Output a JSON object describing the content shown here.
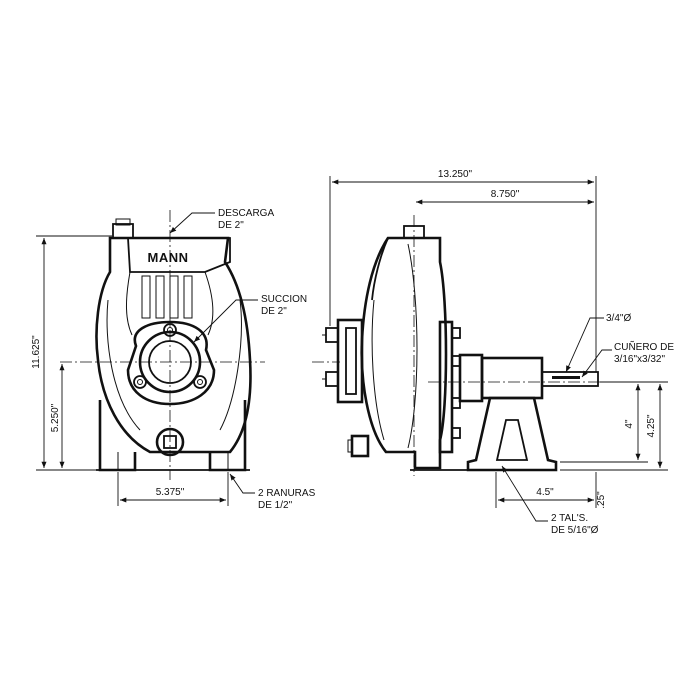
{
  "front_view": {
    "brand": "MANN",
    "callouts": {
      "discharge": [
        "DESCARGA",
        "DE 2\""
      ],
      "suction": [
        "SUCCION",
        "DE 2\""
      ],
      "slots": [
        "2 RANURAS",
        "DE 1/2\""
      ]
    },
    "dimensions": {
      "overall_height": "11.625\"",
      "center_height": "5.250\"",
      "base_width": "5.375\""
    }
  },
  "side_view": {
    "callouts": {
      "shaft": "3/4\"Ø",
      "key": [
        "CUÑERO DE",
        "3/16\"x3/32\""
      ],
      "holes": [
        "2 TAL'S.",
        "DE 5/16\"Ø"
      ]
    },
    "dimensions": {
      "overall_length": "13.250\"",
      "partial_length": "8.750\"",
      "foot_height": "4\"",
      "shaft_height": "4.25\"",
      "foot_offset": "4.5\"",
      "foot_thickness": ".25\""
    }
  }
}
